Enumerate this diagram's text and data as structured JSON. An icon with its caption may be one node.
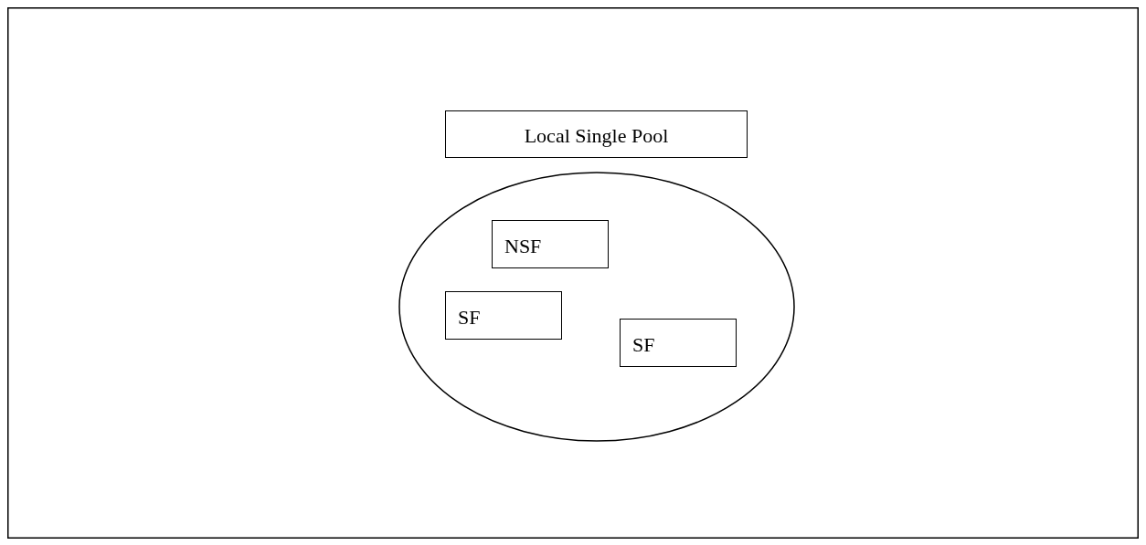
{
  "diagram": {
    "nodes": [
      {
        "text": [
          "Local Single Pool"
        ]
      },
      {
        "text": [],
        "shape": "ellipse"
      },
      {
        "text": [
          "NSF"
        ],
        "in": 1
      },
      {
        "text": [
          "SF"
        ],
        "in": 1
      },
      {
        "text": [
          "SF"
        ],
        "in": 1
      }
    ]
  }
}
